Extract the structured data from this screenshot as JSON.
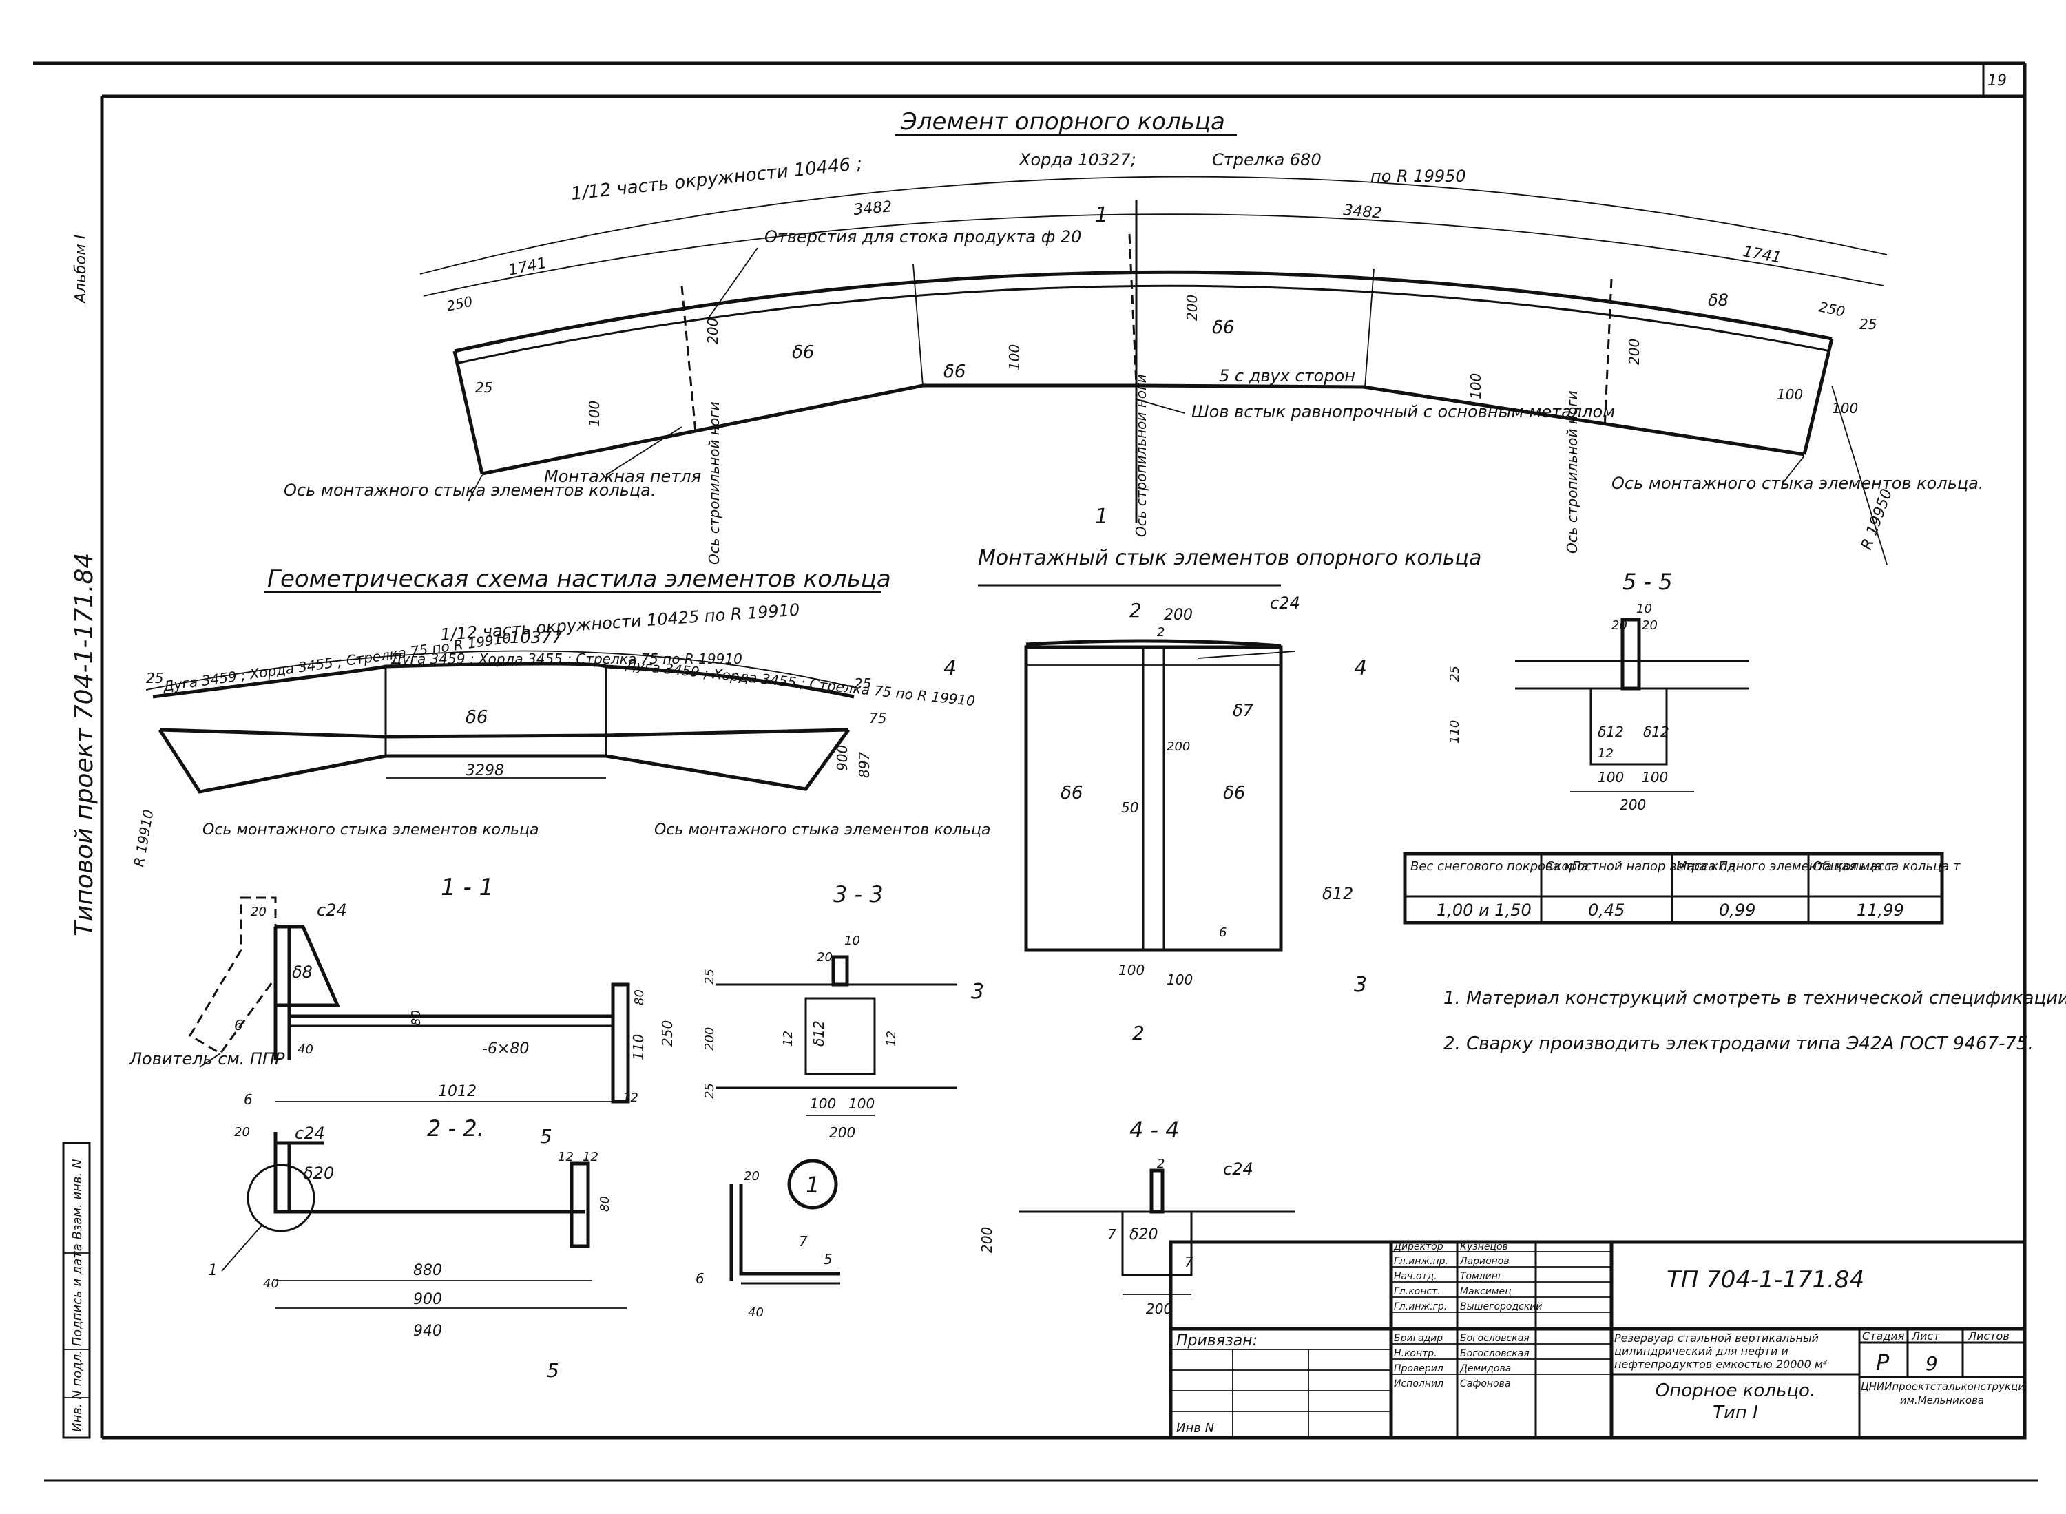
{
  "sheet": {
    "page_number": "19",
    "left_margin_text": "Типовой проект 704-1-171.84",
    "top_left_code": "Альбом I"
  },
  "ring_element": {
    "title": "Элемент опорного кольца",
    "label_part": "1/12 часть окружности 10446 ;",
    "label_chord": "Хорда 10327;",
    "label_sag": "Стрелка 680",
    "label_radius": "по R 19950",
    "dim_1741_l": "1741",
    "dim_3482_l": "3482",
    "dim_3482_r": "3482",
    "dim_1741_r": "1741",
    "dim_250_l": "250",
    "dim_250_r": "250",
    "dim_25_l": "25",
    "dim_25_r": "25",
    "dim_200_a": "200",
    "dim_200_b": "200",
    "dim_200_c": "200",
    "dim_100_a": "100",
    "dim_100_b": "100",
    "dim_100_c": "100",
    "dim_100_d": "100",
    "dim_100_e": "100",
    "d6_a": "δ6",
    "d6_b": "δ6",
    "d6_c": "δ6",
    "d8": "δ8",
    "label_drain": "Отверстия для стока продукта ф 20",
    "label_seam": "5 с двух сторон",
    "label_weld": "Шов встык равнопрочный с основным металлом",
    "label_loop": "Монтажная петля",
    "label_axis_left": "Ось монтажного стыка элементов кольца.",
    "label_axis_right": "Ось монтажного стыка элементов кольца.",
    "label_leg_1": "Ось стропильной ноги",
    "label_leg_2": "Ось стропильной ноги",
    "label_leg_3": "Ось стропильной ноги",
    "radius_label": "R 19950",
    "section_mark": "1"
  },
  "geometry": {
    "title": "Геометрическая схема настила элементов кольца",
    "label_part": "1/12 часть окружности 10425 по R 19910",
    "label_chord": "~10377",
    "arc_l": "Дуга 3459 ; Хорда 3455 ; Стрелка 75 по R 19910",
    "arc_m": "Дуга 3459 ; Хорда 3455 ; Стрелка 75 по R 19910",
    "arc_r": "Дуга 3459 ; Хорда 3455 ; Стрелка 75 по R 19910",
    "dim_25_l": "25",
    "dim_25_r": "25",
    "dim_75": "75",
    "dim_900": "900",
    "dim_897": "897",
    "dim_3298": "3298",
    "d6": "δ6",
    "radius": "R 19910",
    "axis_l": "Ось монтажного стыка элементов кольца",
    "axis_r": "Ось монтажного стыка элементов кольца"
  },
  "joint": {
    "title": "Монтажный стык элементов опорного кольца",
    "dim_200": "200",
    "dim_2": "2",
    "label_c24": "с24",
    "d7": "δ7",
    "d6_l": "δ6",
    "d6_r": "δ6",
    "d12": "δ12",
    "dim_50": "50",
    "dim_200b": "200",
    "dim_100_l": "100",
    "dim_100_r": "100",
    "dim_6": "6",
    "mark_2": "2",
    "mark_4": "4",
    "mark_3": "3"
  },
  "sec_5_5": {
    "title": "5 - 5",
    "dim_10": "10",
    "dim_20_l": "20",
    "dim_20_r": "20",
    "dim_25": "25",
    "dim_110": "110",
    "d12_l": "δ12",
    "d12_r": "δ12",
    "dim_12": "12",
    "dim_100_l": "100",
    "dim_100_r": "100",
    "dim_200": "200"
  },
  "table": {
    "headers": [
      "Вес снегового покрова кПа",
      "Скоростной напор ветра кПа",
      "Масса одного элемента кольца т",
      "Общая масса кольца т"
    ],
    "row": [
      "1,00 и 1,50",
      "0,45",
      "0,99",
      "11,99"
    ]
  },
  "notes": [
    "1. Материал конструкций смотреть в технической спецификации.",
    "2. Сварку производить электродами типа Э42А ГОСТ 9467-75."
  ],
  "sec_1_1": {
    "title": "1 - 1",
    "label_c24": "с24",
    "d8": "δ8",
    "dim_20": "20",
    "dim_6": "6",
    "dim_40": "40",
    "dim_80": "80",
    "label_plate": "-6×80",
    "dim_1012": "1012",
    "dim_110": "110",
    "dim_250": "250",
    "dim_80b": "80",
    "dim_12": "12",
    "label_catcher": "Ловитель см. ППР"
  },
  "sec_2_2": {
    "title": "2 - 2.",
    "label_c24": "с24",
    "d20": "δ20",
    "dim_6": "6",
    "dim_20": "20",
    "dim_12_a": "12",
    "dim_12_b": "12",
    "dim_80": "80",
    "dim_40": "40",
    "dim_880": "880",
    "dim_900": "900",
    "dim_940": "940",
    "mark_1": "1",
    "mark_5": "5"
  },
  "sec_3_3": {
    "title": "3 - 3",
    "dim_10": "10",
    "dim_20": "20",
    "dim_25_t": "25",
    "dim_25_b": "25",
    "dim_200": "200",
    "d12": "δ12",
    "dim_12_l": "12",
    "dim_12_r": "12",
    "dim_100_l": "100",
    "dim_100_r": "100",
    "dim_200b": "200",
    "mark_3": "3"
  },
  "node_1": {
    "mark": "1",
    "dim_20": "20",
    "dim_7": "7",
    "dim_5": "5",
    "dim_6": "6",
    "dim_40": "40"
  },
  "sec_4_4": {
    "title": "4 - 4",
    "label_c24": "с24",
    "d20": "δ20",
    "dim_2": "2",
    "dim_7_l": "7",
    "dim_7_r": "7",
    "dim_200": "200",
    "dim_200b": "200"
  },
  "title_block": {
    "code": "ТП 704-1-171.84",
    "bound": "Привязан:",
    "inv": "Инв N",
    "roles": [
      "Директор",
      "Гл.инж.пр.",
      "Нач.отд.",
      "Гл.конст.",
      "Гл.инж.гр.",
      "Бригадир",
      "Н.контр.",
      "Проверил",
      "Исполнил"
    ],
    "names": [
      "Кузнецов",
      "Ларионов",
      "Томлинг",
      "Максимец",
      "Вышегородский",
      "Богословская",
      "Богословская",
      "Демидова",
      "Сафонова"
    ],
    "description": "Резервуар стальной вертикальный цилиндрический для нефти и нефтепродуктов емкостью 20000 м³",
    "sheet_title": "Опорное кольцо. Тип I",
    "stage_h": "Стадия",
    "sheet_h": "Лист",
    "sheets_h": "Листов",
    "stage": "Р",
    "sheet": "9",
    "org": "ЦНИИпроектстальконструкция им.Мельникова",
    "side_labels": "Инв. N подл.  Подпись и дата  Взам. инв. N"
  }
}
